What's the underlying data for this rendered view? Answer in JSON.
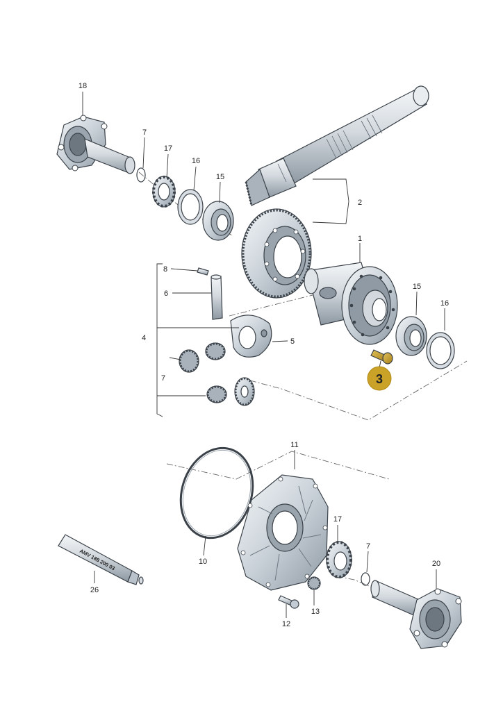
{
  "callouts": {
    "c1": "1",
    "c2": "2",
    "c3": "3",
    "c4": "4",
    "c5": "5",
    "c6": "6",
    "c7a": "7",
    "c7b": "7",
    "c7c": "7",
    "c8": "8",
    "c10": "10",
    "c11": "11",
    "c12": "12",
    "c13": "13",
    "c15a": "15",
    "c15b": "15",
    "c16a": "16",
    "c16b": "16",
    "c17a": "17",
    "c17b": "17",
    "c18": "18",
    "c20": "20",
    "c26": "26"
  },
  "highlight_badge": {
    "label": "3",
    "color": "#c9a227"
  },
  "tube_label": "AMV 188 200 03",
  "colors": {
    "metal_light": "#e6ebef",
    "metal_mid": "#c3ccd4",
    "metal_dark": "#8c98a3",
    "outline": "#3a4148",
    "highlight": "#c9a227"
  }
}
